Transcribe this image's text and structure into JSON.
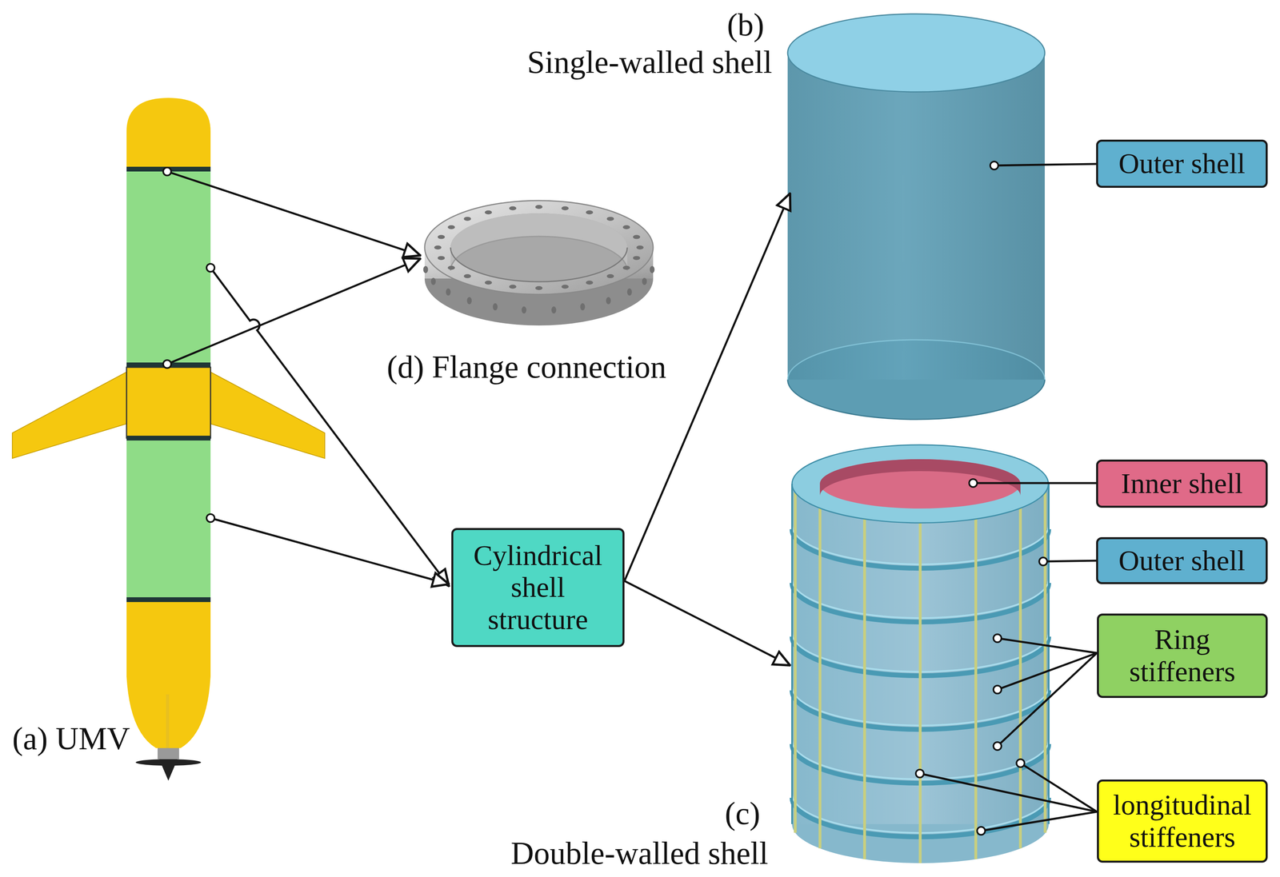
{
  "diagram": {
    "nodes": [
      {
        "text": [
          "Outer shell"
        ]
      },
      {
        "text": [
          "Inner shell"
        ]
      },
      {
        "text": [
          "Outer shell"
        ]
      },
      {
        "text": [
          "Ring stiffeners"
        ]
      },
      {
        "text": [
          "longitudinal stiffeners"
        ]
      },
      {
        "text": [
          "Cylindrical shell structure"
        ]
      }
    ],
    "labels": [
      "(b)",
      "Single-walled shell",
      "(d) Flange connection",
      "(c)",
      "Double-walled shell",
      "(a) UMV"
    ]
  }
}
